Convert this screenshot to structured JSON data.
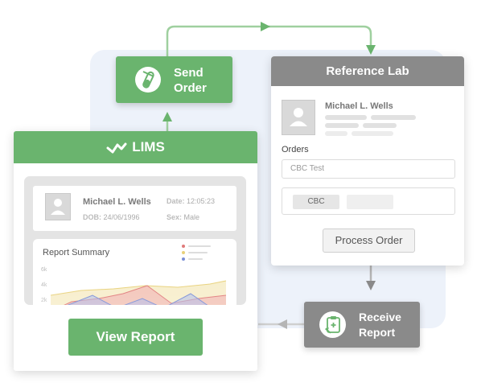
{
  "send_order": {
    "line1": "Send",
    "line2": "Order",
    "icon": "test-tube-icon"
  },
  "reference_lab": {
    "title": "Reference Lab",
    "patient_name": "Michael L. Wells",
    "orders_label": "Orders",
    "search_placeholder": "CBC Test",
    "selected_test": "CBC",
    "process_button": "Process Order"
  },
  "lims": {
    "title": "LIMS",
    "logo_icon": "checkmark-wave-icon",
    "patient": {
      "name": "Michael L. Wells",
      "dob_label": "DOB:",
      "dob": "24/06/1996",
      "date_label": "Date:",
      "date": "12:05:23",
      "sex_label": "Sex:",
      "sex": "Male"
    },
    "report_title": "Report Summary",
    "y_ticks": [
      "6k",
      "4k",
      "2k"
    ],
    "view_button": "View Report"
  },
  "receive_report": {
    "line1": "Receive",
    "line2": "Report",
    "icon": "clipboard-check-icon"
  },
  "colors": {
    "green": "#6ab46e",
    "gray": "#8a8a8a",
    "panel": "#edf2fa",
    "series_yellow": "#e8d17a",
    "series_red": "#e07a7a",
    "series_blue": "#7b8fd6"
  }
}
